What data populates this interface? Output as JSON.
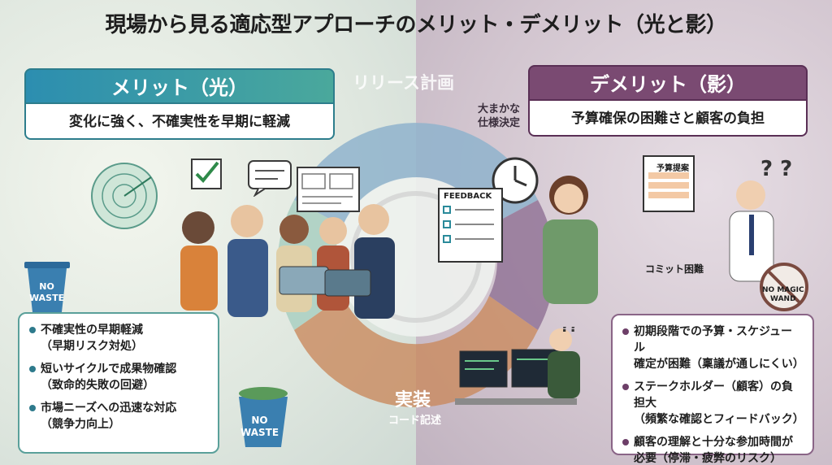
{
  "title": "現場から見る適応型アプローチのメリット・デメリット（光と影）",
  "merit": {
    "heading": "メリット（光）",
    "subtitle": "変化に強く、不確実性を早期に軽減",
    "items": [
      {
        "line1": "不確実性の早期軽減",
        "line2": "（早期リスク対処）"
      },
      {
        "line1": "短いサイクルで成果物確認",
        "line2": "（致命的失敗の回避）"
      },
      {
        "line1": "市場ニーズへの迅速な対応",
        "line2": "（競争力向上）"
      }
    ]
  },
  "demerit": {
    "heading": "デメリット（影）",
    "subtitle": "予算確保の困難さと顧客の負担",
    "items": [
      {
        "line1": "初期段階での予算・スケジュール",
        "line2": "確定が困難（稟議が通しにくい）"
      },
      {
        "line1": "ステークホルダー（顧客）の負担大",
        "line2": "（頻繁な確認とフィードバック）"
      },
      {
        "line1": "顧客の理解と十分な参加時間が",
        "line2": "必要（停滞・疲弊のリスク）"
      }
    ]
  },
  "cycle": {
    "release_plan": "リリース計画",
    "rough_spec_1": "大まかな",
    "rough_spec_2": "仕様決定",
    "implementation": "実装",
    "code_writing": "コード記述"
  },
  "illustrations": {
    "feedback": "FEEDBACK",
    "budget_proposal": "予算提案",
    "commit_difficulty": "コミット困難",
    "no_waste_1a": "NO",
    "no_waste_1b": "WASTE",
    "no_waste_2a": "NO",
    "no_waste_2b": "WASTE",
    "no_magic_a": "NO MAGIC",
    "no_magic_b": "WAND"
  },
  "colors": {
    "merit_accent": "#2c8eb0",
    "demerit_accent": "#7a4a72",
    "cycle_blue": "#8fb3cc",
    "cycle_purple": "#8a6a8f",
    "cycle_green": "#a9cfc1",
    "cycle_orange": "#c98a5e"
  }
}
